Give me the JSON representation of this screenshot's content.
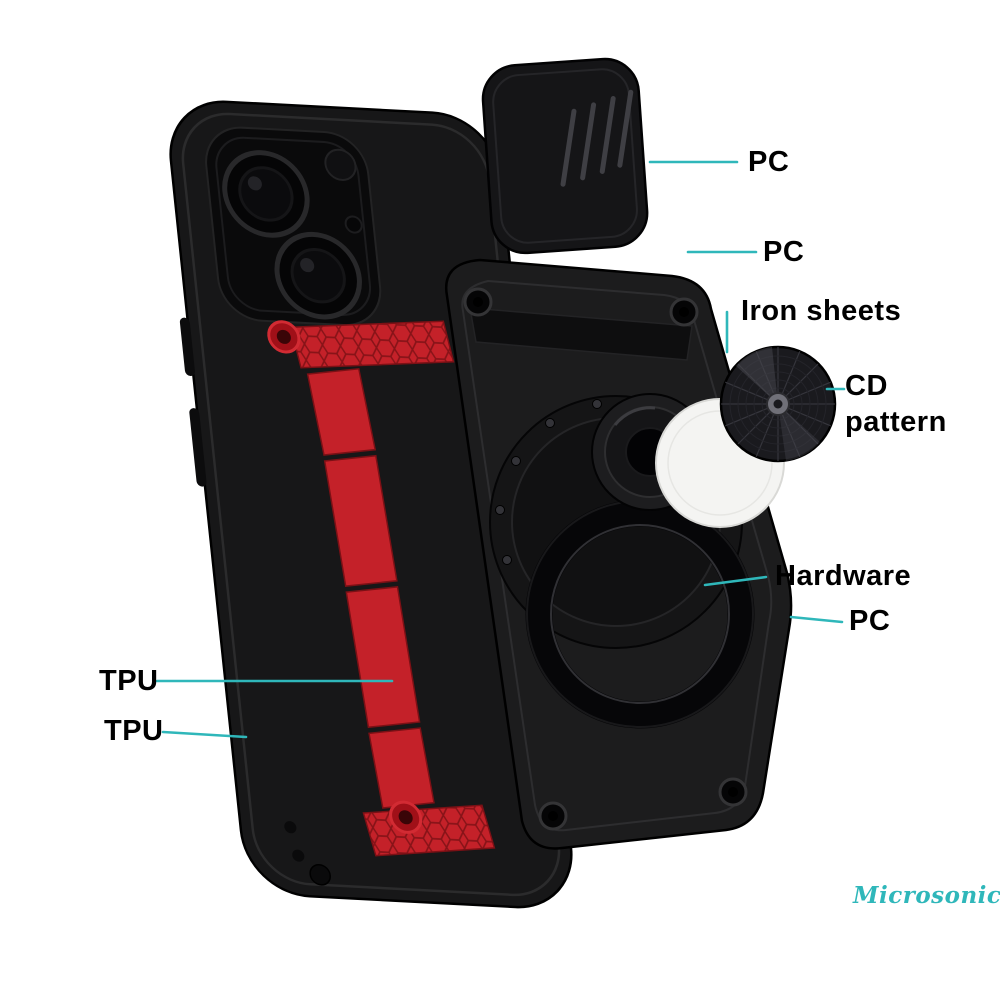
{
  "colors": {
    "background": "#ffffff",
    "accent": "#2fb7ba",
    "label": "#000000",
    "tpu-red": "#c42129",
    "case-black": "#161617"
  },
  "callouts": [
    {
      "id": "pc-slide-cover",
      "text": "PC"
    },
    {
      "id": "pc-frame",
      "text": "PC"
    },
    {
      "id": "iron-sheets",
      "text": "Iron sheets"
    },
    {
      "id": "cd-pattern",
      "text": "CD pattern"
    },
    {
      "id": "hardware",
      "text": "Hardware"
    },
    {
      "id": "pc-plate",
      "text": "PC"
    },
    {
      "id": "tpu-upper",
      "text": "TPU"
    },
    {
      "id": "tpu-lower",
      "text": "TPU"
    }
  ],
  "watermark": {
    "text": "Microsonic"
  }
}
